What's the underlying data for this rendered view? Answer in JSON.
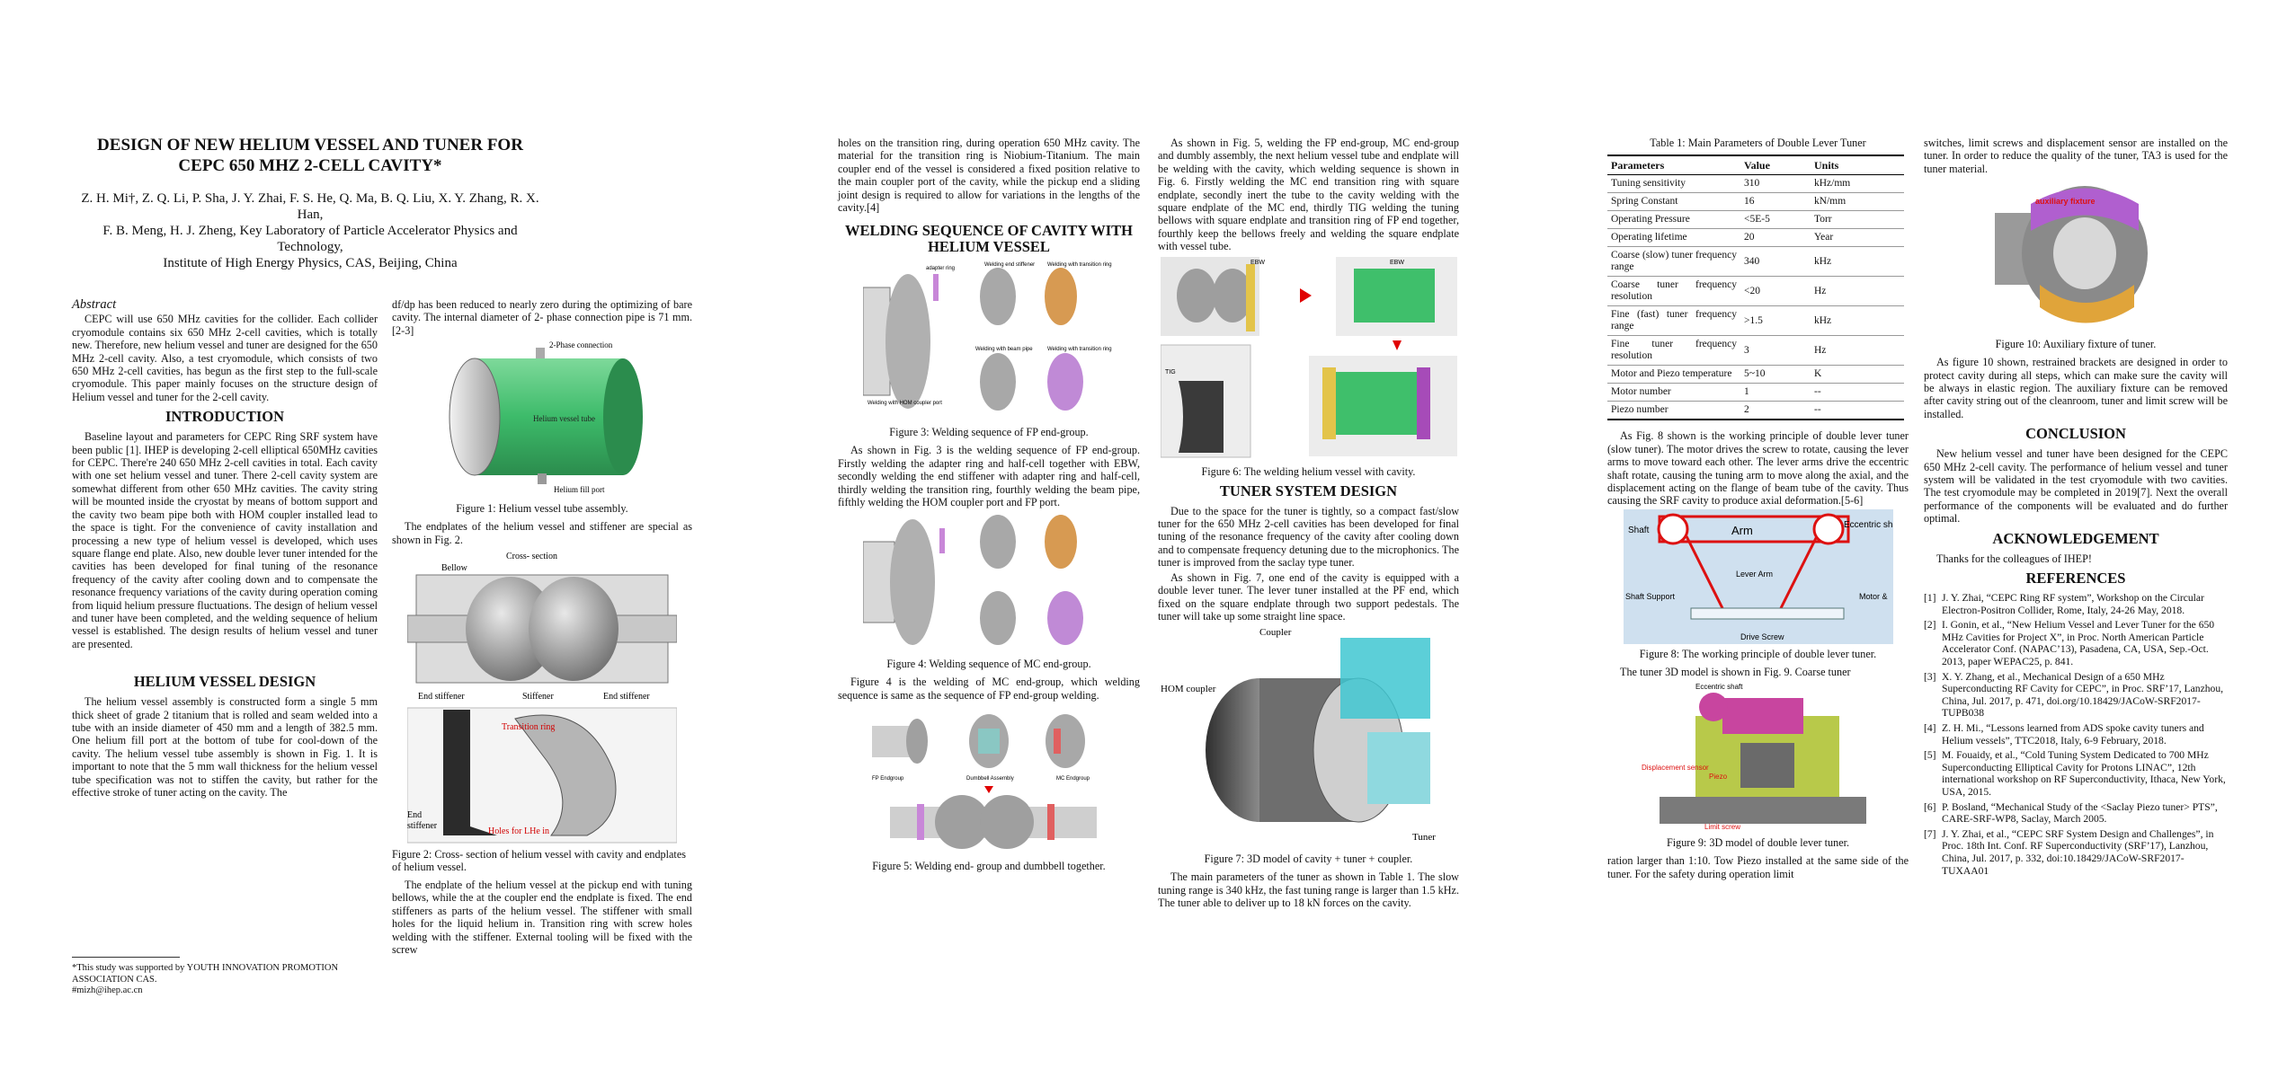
{
  "title": {
    "line1": "DESIGN OF NEW HELIUM VESSEL AND TUNER FOR",
    "line2": "CEPC 650 MHZ 2-CELL CAVITY*"
  },
  "authors": {
    "line1": "Z. H. Mi†, Z. Q. Li, P. Sha, J. Y. Zhai, F. S. He, Q. Ma, B. Q. Liu, X. Y. Zhang, R. X. Han,",
    "line2": "F. B. Meng, H. J. Zheng, Key Laboratory of Particle Accelerator Physics and Technology,",
    "line3": "Institute of High Energy Physics, CAS, Beijing, China"
  },
  "abstract": {
    "heading": "Abstract",
    "text": "CEPC will use 650 MHz cavities for the collider. Each collider cryomodule contains six 650 MHz 2-cell cavities, which is totally new. Therefore, new helium vessel and tuner are designed for the 650 MHz 2-cell cavity. Also, a test cryomodule, which consists of two 650 MHz 2-cell cavities, has begun as the first step to the full-scale cryomodule. This paper mainly focuses on the structure design of Helium vessel and tuner for the 2-cell cavity."
  },
  "intro": {
    "heading": "INTRODUCTION",
    "text": "Baseline layout and parameters for CEPC Ring SRF system have been public [1]. IHEP is developing 2-cell elliptical 650MHz cavities for CEPC. There're 240 650 MHz 2-cell cavities in total. Each cavity with one set helium vessel and tuner. There 2-cell cavity system are somewhat different from other 650 MHz cavities. The cavity string will be mounted inside the cryostat by means of bottom support and the cavity two beam pipe both with HOM coupler installed lead to the space is tight. For the convenience of cavity installation and processing a new type of helium vessel is developed, which uses square flange end plate. Also, new double lever tuner intended for the cavities has been developed for final tuning of the resonance frequency of the cavity after cooling down and to compensate the resonance frequency variations of the cavity during operation coming from liquid helium pressure fluctuations. The design of helium vessel and tuner have been completed, and the welding sequence of helium vessel is established. The   design results of helium vessel and tuner are presented."
  },
  "helium_design": {
    "heading": "HELIUM VESSEL DESIGN",
    "text": "The helium vessel assembly is constructed form a single 5 mm thick sheet of grade 2 titanium that is rolled and seam welded into a tube with an inside diameter of 450 mm and a length of 382.5 mm. One helium fill port at the bottom of tube for cool-down of the cavity. The helium vessel tube assembly is shown in Fig. 1. It is important to note that the 5 mm wall thickness for the helium vessel tube specification was not to stiffen the cavity, but rather for the effective stroke of tuner acting on the cavity. The"
  },
  "footnote": {
    "line1": "*This study was supported by YOUTH INNOVATION PROMOTION ASSOCIATION CAS.",
    "line2": "#mizh@ihep.ac.cn"
  },
  "col2": {
    "p1": "df/dp has been reduced to nearly zero during the optimizing of bare cavity. The internal diameter of 2- phase connection pipe is 71 mm. [2-3]",
    "fig1_caption": "Figure 1: Helium vessel tube assembly.",
    "p2": "The endplates of the helium vessel and stiffener are special as shown in Fig. 2.",
    "fig2_caption": "Figure 2: Cross- section of helium vessel with cavity and endplates of helium vessel.",
    "p3": "The endplate of the helium vessel at the pickup end with tuning bellows, while the at the coupler end the endplate is fixed. The end stiffeners as parts of the helium vessel. The stiffener with small holes for the liquid helium in. Transition ring with screw holes welding with the stiffener. External tooling will be fixed with the screw"
  },
  "fig1": {
    "label_top": "2-Phase connection",
    "label_mid": "Helium vessel tube",
    "label_bottom": "Helium fill port"
  },
  "fig2": {
    "bellow": "Bellow",
    "cross": "Cross- section",
    "end_stiffener_l": "End stiffener",
    "end_stiffener_r": "End stiffener",
    "stiffener": "Stiffener",
    "transition": "Transition ring",
    "holes": "Holes for LHe in",
    "end_stiffener_b1": "End",
    "end_stiffener_b2": "stiffener"
  },
  "col3": {
    "p1": "holes on the transition ring, during operation 650 MHz cavity. The material for the transition ring is Niobium-Titanium. The main coupler end of the vessel is considered a fixed position relative to the main coupler port of the cavity, while the pickup end a sliding joint design is required to allow for variations in the lengths of the cavity.[4]",
    "heading": "WELDING SEQUENCE OF CAVITY WITH HELIUM VESSEL",
    "fig3_caption": "Figure 3: Welding sequence of FP end-group.",
    "p2": "As shown in Fig. 3 is the welding sequence of FP end-group. Firstly welding the adapter ring and half-cell together with EBW, secondly welding the end stiffener with adapter ring and half-cell, thirdly welding the transition ring, fourthly welding the beam pipe, fifthly welding the HOM coupler port and FP port.",
    "fig4_caption": "Figure 4: Welding sequence of MC end-group.",
    "p3": "Figure 4 is the welding of MC end-group, which welding sequence is same as the sequence of FP end-group welding.",
    "fig5_caption": "Figure 5: Welding end- group and dumbbell together."
  },
  "fig3": {
    "a": "adapter ring",
    "b": "Welding end stiffener",
    "c": "Welding with transition ring",
    "d": "Welding with beam pipe",
    "e": "Welding with transition ring",
    "f": "Welding with HOM coupler port"
  },
  "fig5": {
    "a": "FP Endgroup",
    "b": "Dumbbell Assembly",
    "c": "MC Endgroup"
  },
  "col4": {
    "p1": "As shown in Fig. 5, welding the FP end-group, MC end-group and dumbly assembly, the next helium vessel tube and endplate will be welding with the cavity, which welding sequence is shown in Fig. 6. Firstly welding the MC end transition ring with square endplate, secondly inert the tube to the cavity welding with the square endplate of the MC end, thirdly TIG welding the tuning bellows with square endplate and transition ring of FP end together, fourthly keep the bellows freely and welding the square endplate with vessel tube.",
    "fig6_caption": "Figure 6: The welding helium vessel with cavity.",
    "heading": "TUNER SYSTEM DESIGN",
    "p2": "Due to the space for the tuner is tightly, so a compact fast/slow tuner for the 650 MHz 2-cell cavities has been developed for final tuning of the resonance frequency of the cavity after cooling down and to compensate frequency detuning due to the microphonics. The tuner is improved from the saclay type tuner.",
    "p3": "As shown in Fig. 7, one end of the cavity is equipped with a double lever tuner. The lever tuner installed at the PF end, which fixed on the square endplate through two support pedestals. The tuner will take up some straight line space.",
    "fig7_caption": "Figure 7: 3D model of cavity + tuner + coupler.",
    "p4": "The main parameters of the tuner as shown in Table 1. The slow tuning range is 340 kHz, the fast tuning range is larger than 1.5 kHz. The tuner able to deliver up to 18 kN forces on the cavity."
  },
  "fig6": {
    "ebw1": "EBW",
    "ebw2": "EBW",
    "tig": "TIG"
  },
  "fig7": {
    "coupler": "Coupler",
    "hom": "HOM coupler",
    "tuner": "Tuner"
  },
  "table1": {
    "caption": "Table 1: Main Parameters of Double Lever Tuner",
    "headers": [
      "Parameters",
      "Value",
      "Units"
    ],
    "rows": [
      [
        "Tuning sensitivity",
        "310",
        "kHz/mm"
      ],
      [
        "Spring Constant",
        "16",
        "kN/mm"
      ],
      [
        "Operating Pressure",
        "<5E-5",
        "Torr"
      ],
      [
        "Operating lifetime",
        "20",
        "Year"
      ],
      [
        "Coarse (slow) tuner frequency range",
        "340",
        "kHz"
      ],
      [
        "Coarse tuner frequency resolution",
        "<20",
        "Hz"
      ],
      [
        "Fine (fast) tuner frequency range",
        ">1.5",
        "kHz"
      ],
      [
        "Fine tuner frequency resolution",
        "3",
        "Hz"
      ],
      [
        "Motor and Piezo temperature",
        "5~10",
        "K"
      ],
      [
        "Motor number",
        "1",
        "--"
      ],
      [
        "Piezo number",
        "2",
        "--"
      ]
    ]
  },
  "col5": {
    "p1": "As Fig. 8 shown is the working principle of double lever tuner (slow tuner). The motor drives the screw to rotate, causing the lever arms to move toward each other. The lever arms drive the eccentric shaft rotate, causing the tuning arm to move along the axial, and the displacement acting on the flange of beam tube of the cavity. Thus causing the SRF cavity to produce axial deformation.[5-6]",
    "fig8_caption": "Figure 8: The working principle of double lever tuner.",
    "p2": "The tuner 3D model is shown in Fig. 9. Coarse tuner",
    "fig9_caption": "Figure 9:  3D model of double lever tuner.",
    "p3": "ration larger than 1:10. Tow Piezo installed at the same side of the tuner. For the safety during operation limit"
  },
  "fig8": {
    "shaft": "Shaft",
    "arm": "Arm",
    "ecc": "Eccentric shaft",
    "lever": "Lever Arm",
    "support": "Shaft Support",
    "motor": "Motor &",
    "drive": "Drive Screw"
  },
  "fig9": {
    "ecc": "Eccentric shaft",
    "disp": "Displacement sensor",
    "piezo": "Piezo",
    "limit": "Limit screw"
  },
  "col6": {
    "p1": "switches, limit screws and displacement sensor are installed on the tuner. In order to reduce the quality of the tuner, TA3 is used for the tuner material.",
    "fig10_label": "auxiliary fixture",
    "fig10_caption": "Figure 10: Auxiliary fixture of tuner.",
    "p2": "As figure 10 shown, restrained brackets are designed in order to protect cavity during all steps, which can make sure the cavity will be always in elastic region.  The auxiliary fixture can be removed after cavity string out of the cleanroom, tuner and limit screw will be installed.",
    "conclusion_heading": "CONCLUSION",
    "conclusion": "New helium vessel and tuner have been designed for the CEPC 650 MHz 2-cell cavity. The performance of helium vessel and tuner system will be validated in the test cryomodule with two cavities. The test cryomodule may be completed in 2019[7]. Next the overall performance of the components will be evaluated and do further optimal.",
    "ack_heading": "ACKNOWLEDGEMENT",
    "ack": "Thanks for the colleagues of IHEP!",
    "ref_heading": "REFERENCES"
  },
  "references": [
    {
      "num": "[1]",
      "text": "J. Y. Zhai, “CEPC Ring RF system”, Workshop on the Circular Electron-Positron Collider, Rome, Italy, 24-26 May, 2018."
    },
    {
      "num": "[2]",
      "text": "I. Gonin, et al., “New Helium Vessel and Lever Tuner for the 650 MHz Cavities for Project X”, in Proc. North American Particle Accelerator Conf. (NAPAC’13), Pasadena, CA, USA, Sep.-Oct. 2013, paper WEPAC25, p. 841."
    },
    {
      "num": "[3]",
      "text": "X. Y. Zhang, et al., Mechanical Design of a 650 MHz Superconducting RF Cavity for CEPC”, in Proc. SRF’17, Lanzhou, China, Jul. 2017, p. 471, doi.org/10.18429/JACoW-SRF2017-TUPB038"
    },
    {
      "num": "[4]",
      "text": "Z. H. Mi., “Lessons learned from ADS spoke cavity tuners and Helium vessels”, TTC2018, Italy, 6-9 February, 2018."
    },
    {
      "num": "[5]",
      "text": "M. Fouaidy, et al., “Cold Tuning System Dedicated to 700 MHz Superconducting Elliptical Cavity for Protons LINAC”, 12th international workshop on RF Superconductivity, Ithaca, New York, USA, 2015."
    },
    {
      "num": "[6]",
      "text": "P. Bosland, “Mechanical Study of the <Saclay Piezo tuner> PTS”, CARE-SRF-WP8, Saclay, March 2005."
    },
    {
      "num": "[7]",
      "text": "J. Y. Zhai, et al., “CEPC SRF System Design and Challenges”, in Proc. 18th Int. Conf. RF Superconductivity (SRF’17), Lanzhou, China, Jul. 2017, p. 332, doi:10.18429/JACoW-SRF2017-TUXAA01"
    }
  ]
}
